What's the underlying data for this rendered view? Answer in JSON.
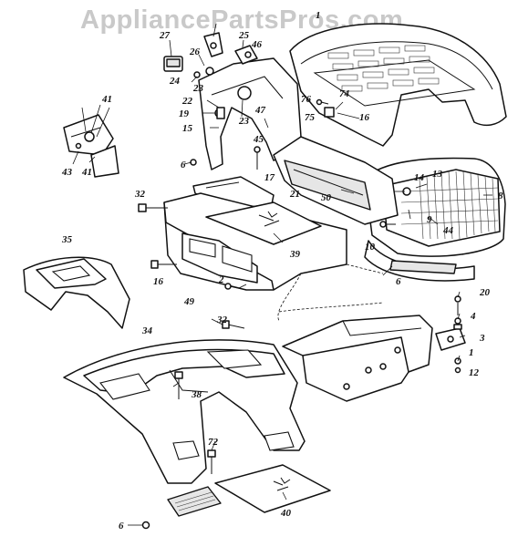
{
  "watermark": "AppliancePartsPros.com",
  "diagram": {
    "callouts": [
      {
        "id": "c27",
        "label": "27"
      },
      {
        "id": "c25",
        "label": "25"
      },
      {
        "id": "c46",
        "label": "46"
      },
      {
        "id": "c26",
        "label": "26"
      },
      {
        "id": "c24",
        "label": "24"
      },
      {
        "id": "c23a",
        "label": "23"
      },
      {
        "id": "c22",
        "label": "22"
      },
      {
        "id": "c23b",
        "label": "23"
      },
      {
        "id": "c19",
        "label": "19"
      },
      {
        "id": "c15",
        "label": "15"
      },
      {
        "id": "c47",
        "label": "47"
      },
      {
        "id": "c45",
        "label": "45"
      },
      {
        "id": "c17",
        "label": "17"
      },
      {
        "id": "c21",
        "label": "21"
      },
      {
        "id": "c6a",
        "label": "6"
      },
      {
        "id": "c41a",
        "label": "41"
      },
      {
        "id": "c41b",
        "label": "41"
      },
      {
        "id": "c43",
        "label": "43"
      },
      {
        "id": "c1",
        "label": "1"
      },
      {
        "id": "c76",
        "label": "76"
      },
      {
        "id": "c74",
        "label": "74"
      },
      {
        "id": "c75",
        "label": "75"
      },
      {
        "id": "c16a",
        "label": "16"
      },
      {
        "id": "c14",
        "label": "14"
      },
      {
        "id": "c13",
        "label": "13"
      },
      {
        "id": "c8",
        "label": "8"
      },
      {
        "id": "c9",
        "label": "9"
      },
      {
        "id": "c44",
        "label": "44"
      },
      {
        "id": "c50",
        "label": "50"
      },
      {
        "id": "c10",
        "label": "10"
      },
      {
        "id": "c6b",
        "label": "6"
      },
      {
        "id": "c32a",
        "label": "32"
      },
      {
        "id": "c39",
        "label": "39"
      },
      {
        "id": "c35",
        "label": "35"
      },
      {
        "id": "c16b",
        "label": "16"
      },
      {
        "id": "c2",
        "label": "2"
      },
      {
        "id": "c49",
        "label": "49"
      },
      {
        "id": "c32b",
        "label": "32"
      },
      {
        "id": "c34",
        "label": "34"
      },
      {
        "id": "c38",
        "label": "38"
      },
      {
        "id": "c20",
        "label": "20"
      },
      {
        "id": "c4",
        "label": "4"
      },
      {
        "id": "c3",
        "label": "3"
      },
      {
        "id": "c1b",
        "label": "1"
      },
      {
        "id": "c12",
        "label": "12"
      },
      {
        "id": "c72",
        "label": "72"
      },
      {
        "id": "c40",
        "label": "40"
      },
      {
        "id": "c6c",
        "label": "6"
      }
    ]
  }
}
